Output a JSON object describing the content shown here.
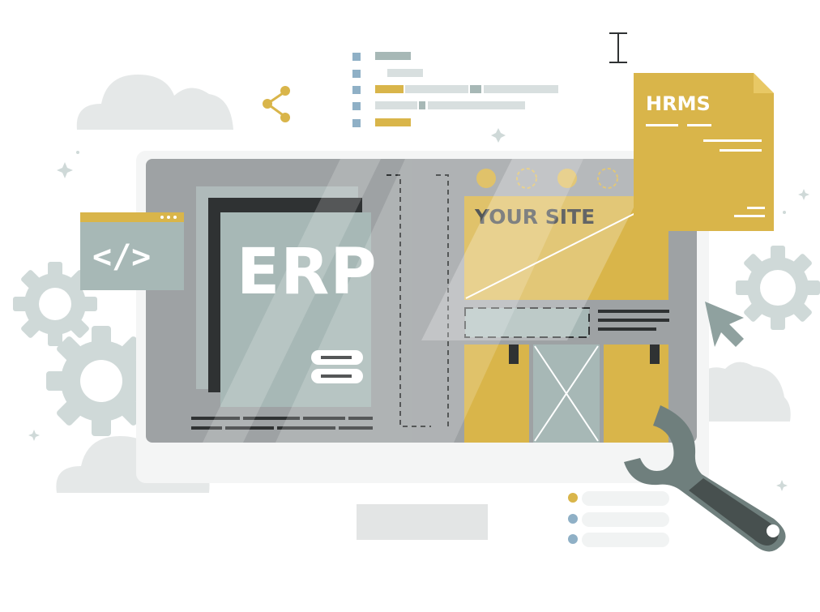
{
  "illustration": {
    "erp_label": "ERP",
    "site_label": "YOUR SITE",
    "hrms_label": "HRMS",
    "code_label": "</>",
    "colors": {
      "gold": "#d9b54a",
      "gray_screen": "#9ea2a4",
      "sage": "#a7b8b6",
      "dark": "#2f3233",
      "cloud": "#e5e8e8",
      "gear": "#cfd9d8",
      "blue_dot": "#8fb0c6"
    },
    "icons": [
      "share-icon",
      "text-cursor-icon",
      "gear-icon",
      "wrench-icon",
      "pointer-icon",
      "cloud-icon",
      "sparkle-icon"
    ]
  }
}
